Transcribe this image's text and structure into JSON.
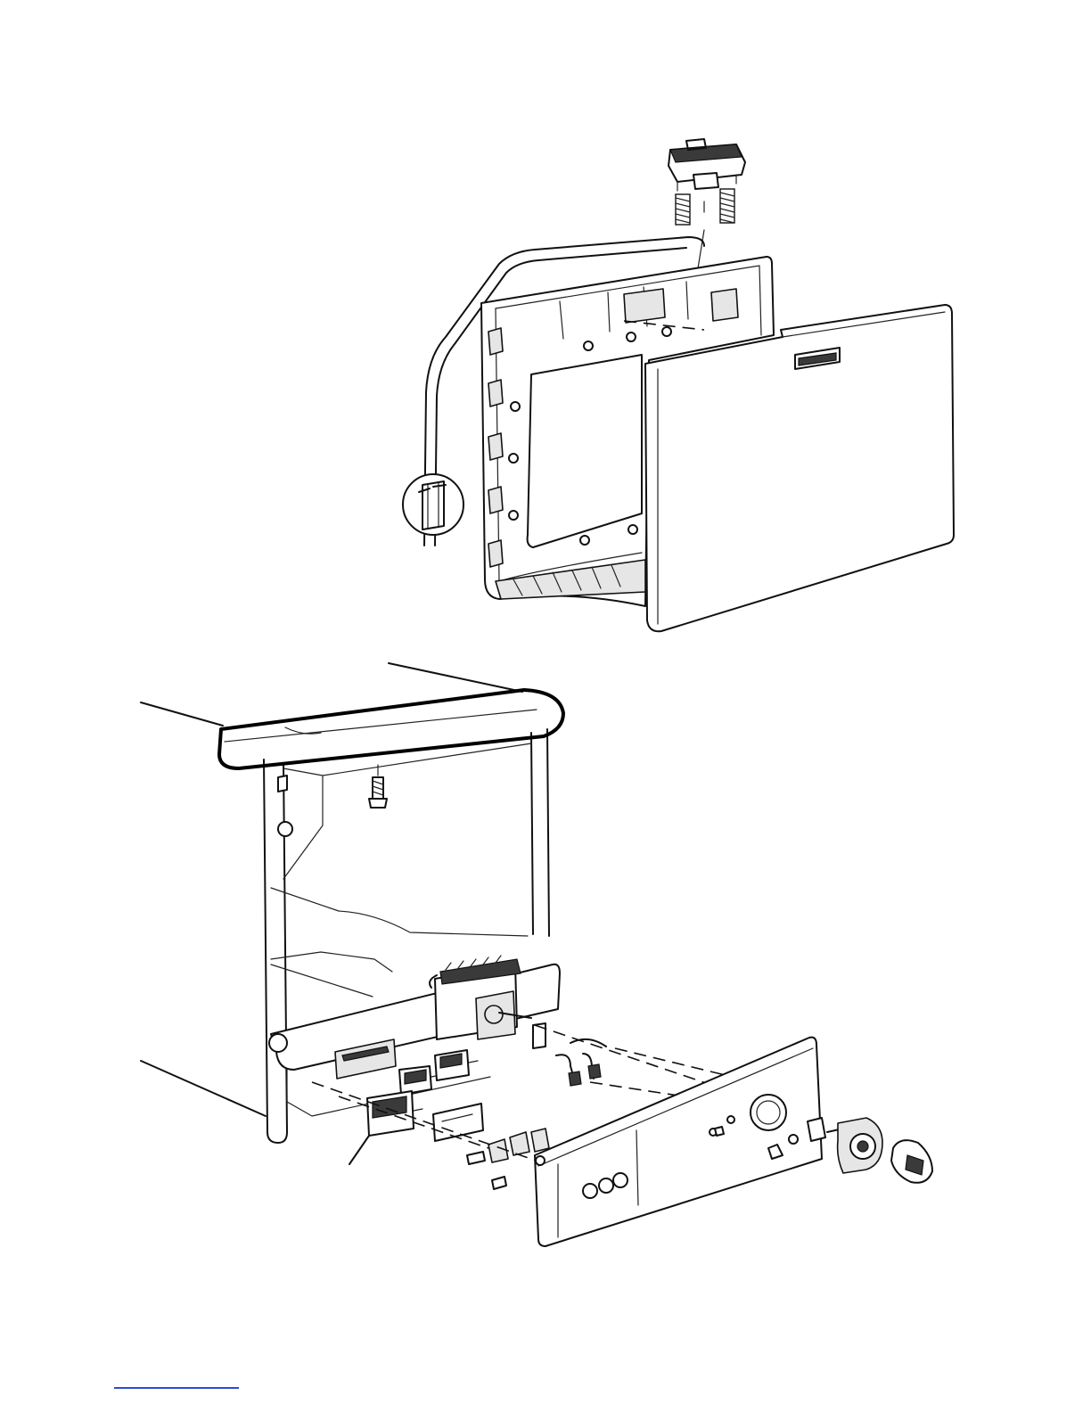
{
  "page": {
    "background_color": "#ffffff",
    "line_color": "#111111",
    "footer_rule_color": "#2b4bd6"
  },
  "figures": [
    {
      "id": "drawer-door-assembly",
      "parts": [
        "door-handle-latch",
        "latch-springs",
        "door-inner-frame",
        "door-seal-gasket",
        "seal-profile-detail",
        "door-outer-panel"
      ]
    },
    {
      "id": "control-panel-assembly",
      "parts": [
        "worktop-trim",
        "trim-screw",
        "cabinet-frame",
        "timer-switch",
        "rocker-switches",
        "indicator-lamps",
        "wiring-connectors",
        "control-fascia",
        "knob-adapter",
        "control-knob"
      ]
    }
  ]
}
